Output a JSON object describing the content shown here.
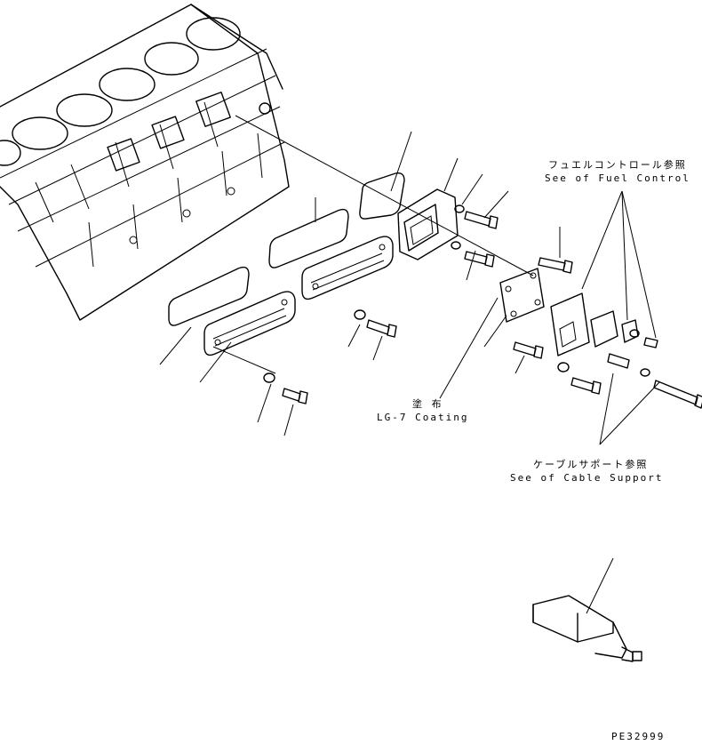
{
  "annotations": {
    "fuel_control_jp": "フュエルコントロール参照",
    "fuel_control_en": "See of Fuel Control",
    "coating_jp": "塗 布",
    "coating_en": "LG-7 Coating",
    "cable_support_jp": "ケーブルサポート参照",
    "cable_support_en": "See of Cable Support",
    "drawing_id": "PE32999"
  }
}
